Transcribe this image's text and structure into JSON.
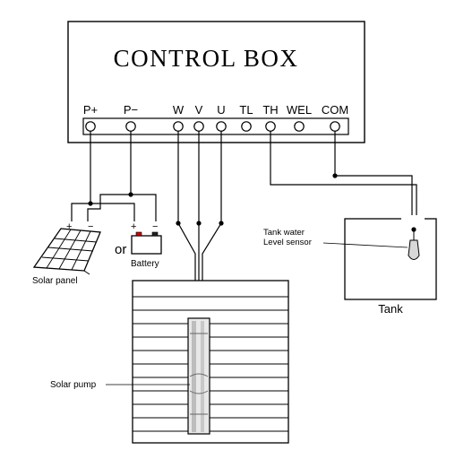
{
  "control_box": {
    "title": "CONTROL BOX",
    "terminals": [
      "P+",
      "P−",
      "W",
      "V",
      "U",
      "TL",
      "TH",
      "WEL",
      "COM"
    ]
  },
  "solar_panel": {
    "label": "Solar panel",
    "plus": "+",
    "minus": "−"
  },
  "or_label": "or",
  "battery": {
    "label": "Battery",
    "plus": "+",
    "minus": "−"
  },
  "tank": {
    "label": "Tank"
  },
  "sensor": {
    "label_line1": "Tank water",
    "label_line2": "Level sensor"
  },
  "pump": {
    "label": "Solar pump"
  },
  "colors": {
    "line": "#000000",
    "battery_plus": "#cc0000",
    "background": "#ffffff"
  }
}
